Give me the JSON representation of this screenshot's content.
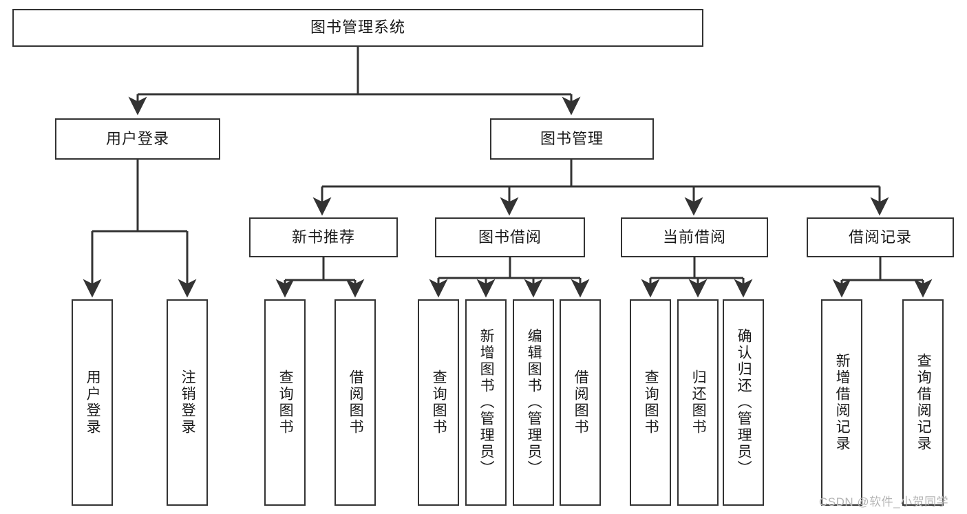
{
  "diagram": {
    "title": "图书管理系统",
    "watermark": "CSDN @软件_小贺同学",
    "colors": {
      "background": "#ffffff",
      "box_border": "#333333",
      "box_fill": "#ffffff",
      "connector": "#333333",
      "text": "#1a1a1a",
      "watermark": "#b5b5b5"
    },
    "nodes": {
      "root": {
        "label": "图书管理系统"
      },
      "level1": [
        {
          "label": "用户登录"
        },
        {
          "label": "图书管理"
        }
      ],
      "level2": [
        {
          "label": "新书推荐"
        },
        {
          "label": "图书借阅"
        },
        {
          "label": "当前借阅"
        },
        {
          "label": "借阅记录"
        }
      ],
      "leaves": {
        "user_login": [
          {
            "label": "用户登录"
          },
          {
            "label": "注销登录"
          }
        ],
        "new_book": [
          {
            "label": "查询图书"
          },
          {
            "label": "借阅图书"
          }
        ],
        "borrow_book": [
          {
            "label": "查询图书"
          },
          {
            "label": "新增图书（管理员）"
          },
          {
            "label": "编辑图书（管理员）"
          },
          {
            "label": "借阅图书"
          }
        ],
        "current_borrow": [
          {
            "label": "查询图书"
          },
          {
            "label": "归还图书"
          },
          {
            "label": "确认归还（管理员）"
          }
        ],
        "borrow_record": [
          {
            "label": "新增借阅记录"
          },
          {
            "label": "查询借阅记录"
          }
        ]
      }
    }
  }
}
